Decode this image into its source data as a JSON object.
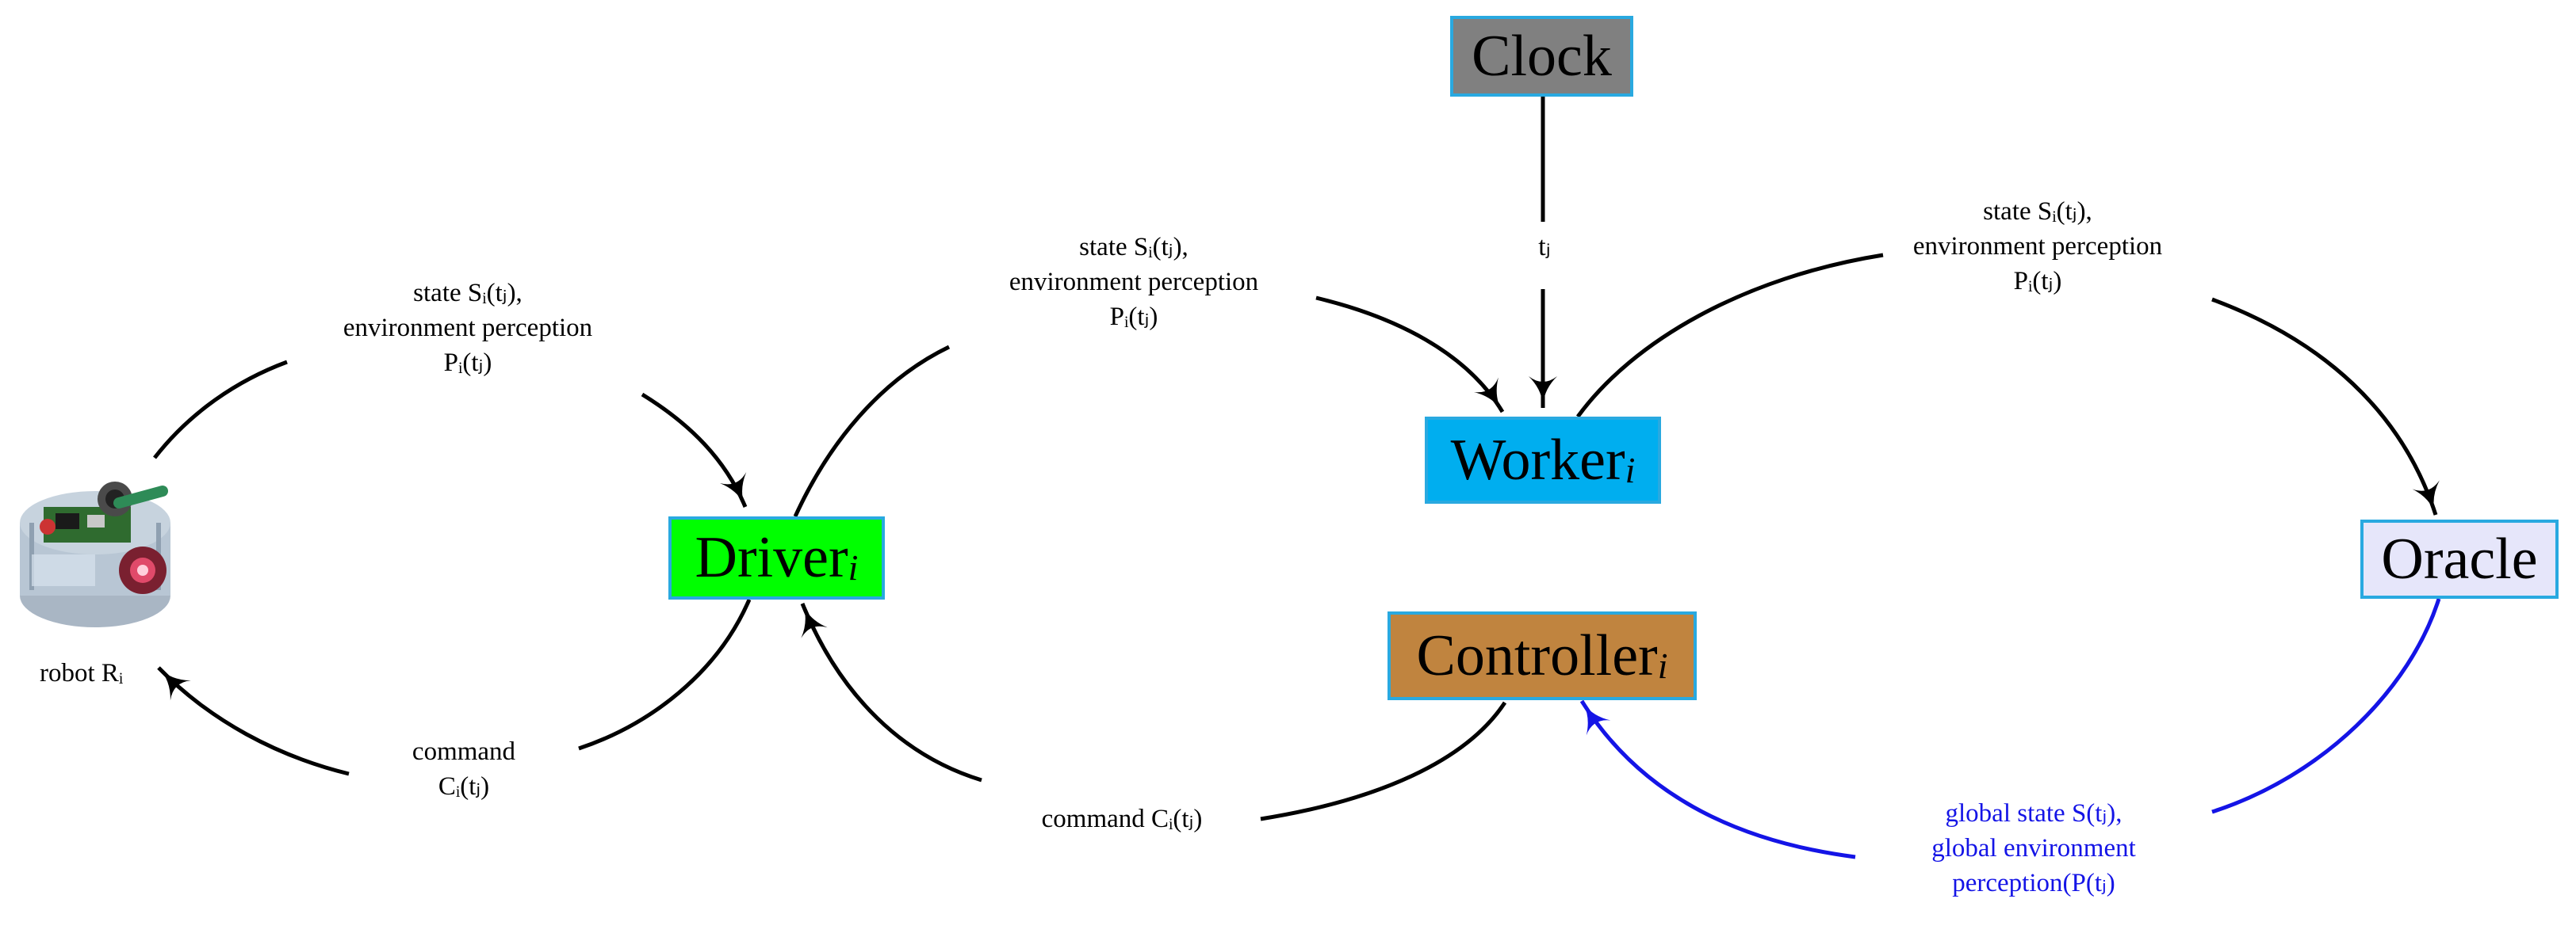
{
  "nodes": {
    "clock": {
      "label": "Clock",
      "color": "#808080"
    },
    "worker": {
      "label": "Worker",
      "sub": "i",
      "color": "#00aeef"
    },
    "driver": {
      "label": "Driver",
      "sub": "i",
      "color": "#00ff00"
    },
    "controller": {
      "label": "Controller",
      "sub": "i",
      "color": "#c0843f"
    },
    "oracle": {
      "label": "Oracle",
      "color": "#e6e6fa"
    }
  },
  "robot": {
    "label": "robot Rᵢ"
  },
  "edges": {
    "clock_to_worker": "tⱼ",
    "robot_to_driver": [
      "state Sᵢ(tⱼ),",
      "environment perception",
      "Pᵢ(tⱼ)"
    ],
    "driver_to_robot": [
      "command",
      "Cᵢ(tⱼ)"
    ],
    "driver_to_worker": [
      "state Sᵢ(tⱼ),",
      "environment perception",
      "Pᵢ(tⱼ)"
    ],
    "controller_to_driver": "command Cᵢ(tⱼ)",
    "worker_to_oracle": [
      "state Sᵢ(tⱼ),",
      "environment perception",
      "Pᵢ(tⱼ)"
    ],
    "oracle_to_controller": [
      "global state S(tⱼ),",
      "global environment",
      "perception(P(tⱼ)"
    ]
  },
  "colors": {
    "arrow": "#000000",
    "global_arrow": "#1414e6",
    "node_border": "#29a9e0"
  }
}
